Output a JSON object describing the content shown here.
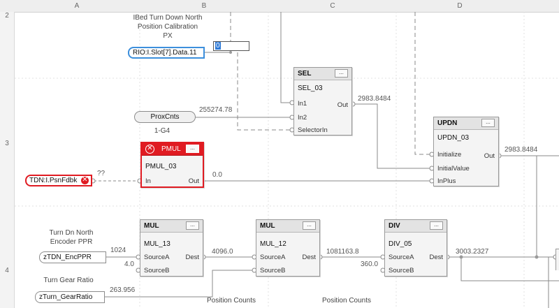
{
  "columns": [
    "A",
    "B",
    "C",
    "D"
  ],
  "rows": [
    "2",
    "3",
    "4"
  ],
  "labels": {
    "calibration_title": [
      "IBed Turn Down North",
      "Position Calibration",
      "PX"
    ],
    "proxcnts_sub": "1-G4",
    "encoder_ppr": [
      "Turn Dn North",
      "Encoder PPR"
    ],
    "gear_ratio": "Turn Gear Ratio",
    "pos_counts_1": "Position Counts",
    "pos_counts_2": "Position Counts"
  },
  "refs": {
    "rio_input": "RIO:I.Slot[7].Data.11",
    "proxcnts": "ProxCnts",
    "tdn_psn": "TDN:I.PsnFdbk",
    "enc_ppr": "zTDN_EncPPR",
    "gear_ratio": "zTurn_GearRatio"
  },
  "inputs": {
    "calibration_value": "0"
  },
  "values": {
    "proxcnts": "255274.78",
    "sel_out": "2983.8484",
    "updn_out": "2983.8484",
    "unknown": "??",
    "pmul_out": "0.0",
    "enc_ppr": "1024",
    "mul13_b": "4.0",
    "mul13_dest": "4096.0",
    "mul12_dest": "1081163.8",
    "div05_b": "360.0",
    "div05_dest": "3003.2327",
    "gear_ratio": "263.956"
  },
  "blocks": {
    "sel": {
      "type": "SEL",
      "tag": "SEL_03",
      "in1": "In1",
      "in2": "In2",
      "selector": "SelectorIn",
      "out": "Out"
    },
    "updn": {
      "type": "UPDN",
      "tag": "UPDN_03",
      "initialize": "Initialize",
      "initial_value": "InitialValue",
      "inplus": "InPlus",
      "out": "Out"
    },
    "pmul": {
      "type": "PMUL",
      "tag": "PMUL_03",
      "in": "In",
      "out": "Out"
    },
    "mul13": {
      "type": "MUL",
      "tag": "MUL_13",
      "a": "SourceA",
      "b": "SourceB",
      "dest": "Dest"
    },
    "mul12": {
      "type": "MUL",
      "tag": "MUL_12",
      "a": "SourceA",
      "b": "SourceB",
      "dest": "Dest"
    },
    "div05": {
      "type": "DIV",
      "tag": "DIV_05",
      "a": "SourceA",
      "b": "SourceB",
      "dest": "Dest"
    }
  },
  "ui": {
    "dots": "...",
    "error_glyph": "✕"
  },
  "colors": {
    "error": "#e01b22",
    "selection": "#3c8fdc",
    "wire": "#8a8a8a"
  }
}
